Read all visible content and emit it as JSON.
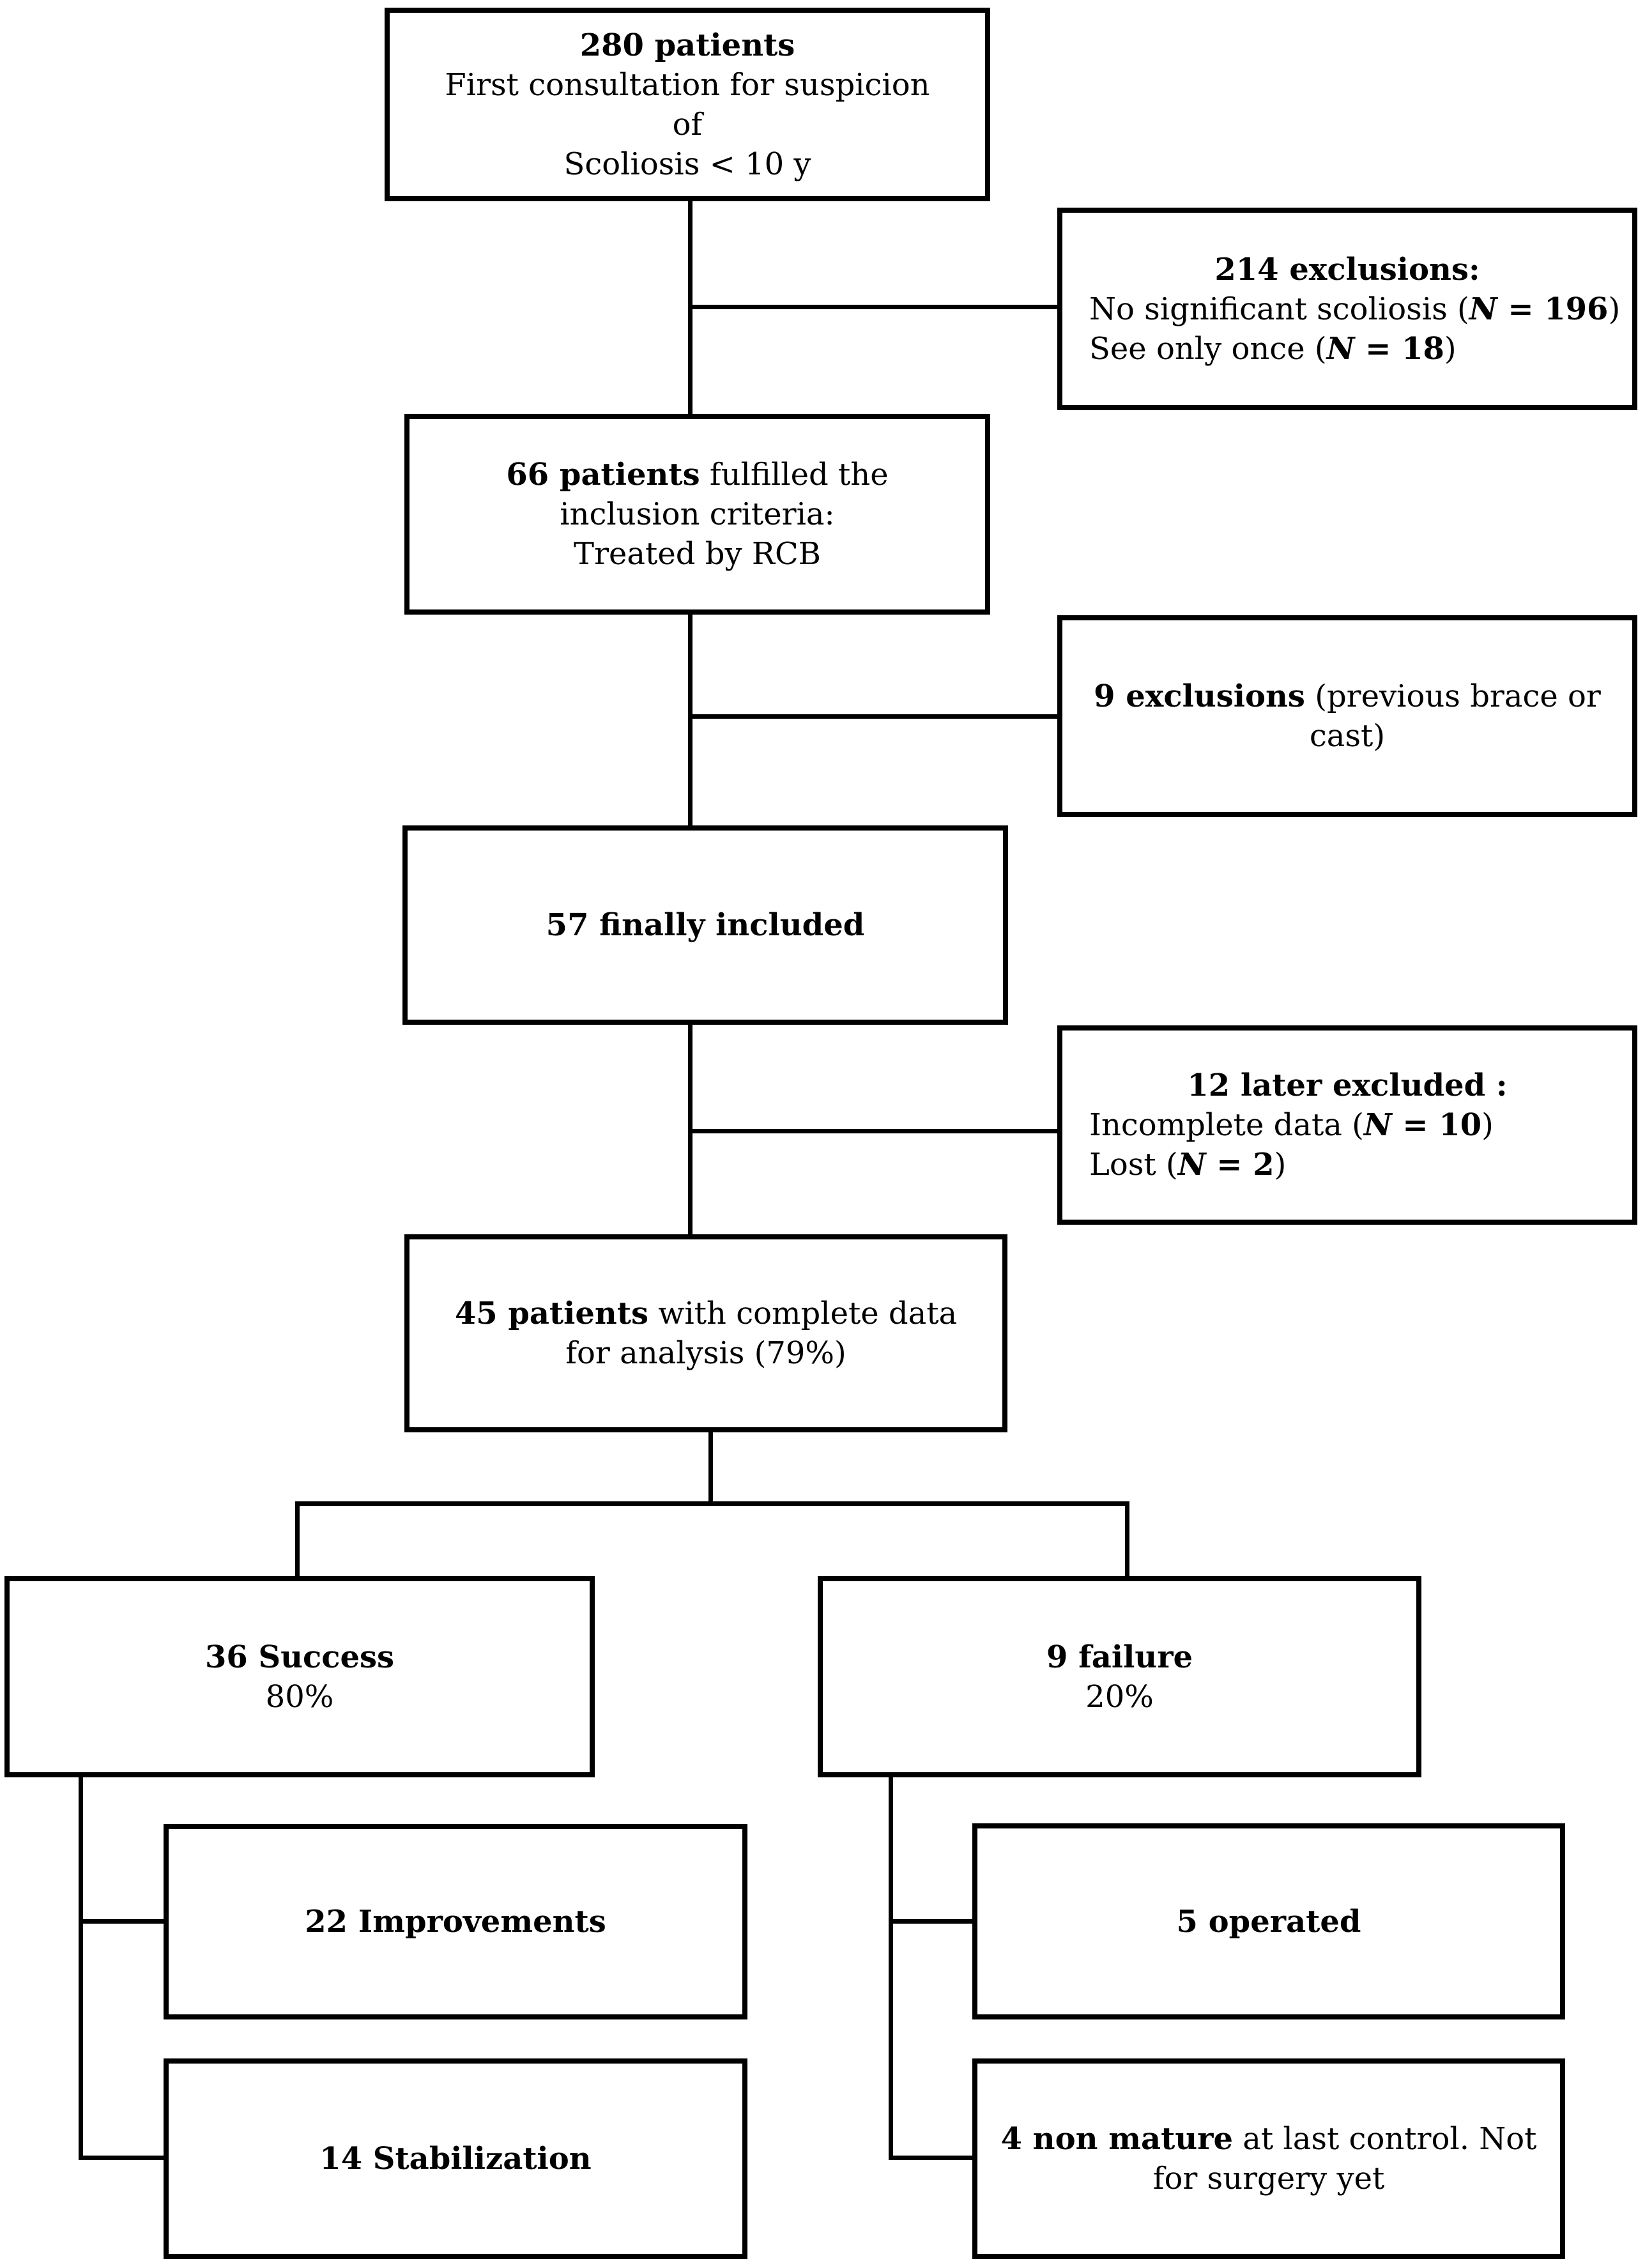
{
  "figure": {
    "type": "patient-flow-diagram",
    "background_color": "#ffffff",
    "line_color": "#000000",
    "boxes": [
      {
        "id": "initial-consultation",
        "lines": [
          {
            "align": "center",
            "segments": [
              {
                "t": "280 patients",
                "b": true
              }
            ]
          },
          {
            "align": "center",
            "segments": [
              {
                "t": "First consultation for suspicion"
              }
            ]
          },
          {
            "align": "center",
            "segments": [
              {
                "t": "of"
              }
            ]
          },
          {
            "align": "center",
            "segments": [
              {
                "t": "Scoliosis < 10 y"
              }
            ]
          }
        ]
      },
      {
        "id": "exclusions-214",
        "lines": [
          {
            "align": "center",
            "segments": [
              {
                "t": "214 exclusions:",
                "b": true
              }
            ]
          },
          {
            "align": "left",
            "segments": [
              {
                "t": "No significant scoliosis ("
              },
              {
                "t": "N",
                "b": true,
                "i": true
              },
              {
                "t": " = 196",
                "b": true
              },
              {
                "t": ")"
              }
            ]
          },
          {
            "align": "left",
            "segments": [
              {
                "t": "See only once ("
              },
              {
                "t": "N",
                "b": true,
                "i": true
              },
              {
                "t": " = 18",
                "b": true
              },
              {
                "t": ")"
              }
            ]
          }
        ]
      },
      {
        "id": "fulfilled-inclusion",
        "lines": [
          {
            "align": "center",
            "segments": [
              {
                "t": "66 patients",
                "b": true
              },
              {
                "t": " fulfilled the"
              }
            ]
          },
          {
            "align": "center",
            "segments": [
              {
                "t": "inclusion criteria:"
              }
            ]
          },
          {
            "align": "center",
            "segments": [
              {
                "t": "Treated by RCB"
              }
            ]
          }
        ]
      },
      {
        "id": "exclusions-9",
        "lines": [
          {
            "align": "center",
            "segments": [
              {
                "t": "9 exclusions",
                "b": true
              },
              {
                "t": " (previous brace or"
              }
            ]
          },
          {
            "align": "center",
            "segments": [
              {
                "t": "cast)"
              }
            ]
          }
        ]
      },
      {
        "id": "finally-included",
        "lines": [
          {
            "align": "center",
            "segments": [
              {
                "t": "57 finally included",
                "b": true
              }
            ]
          }
        ]
      },
      {
        "id": "later-excluded-12",
        "lines": [
          {
            "align": "center",
            "segments": [
              {
                "t": "12 later excluded :",
                "b": true
              }
            ]
          },
          {
            "align": "left",
            "segments": [
              {
                "t": "Incomplete data ("
              },
              {
                "t": "N",
                "b": true,
                "i": true
              },
              {
                "t": " = 10",
                "b": true
              },
              {
                "t": ")"
              }
            ]
          },
          {
            "align": "left",
            "segments": [
              {
                "t": "Lost ("
              },
              {
                "t": "N",
                "b": true,
                "i": true
              },
              {
                "t": " = 2",
                "b": true
              },
              {
                "t": ")"
              }
            ]
          }
        ]
      },
      {
        "id": "complete-data-45",
        "lines": [
          {
            "align": "center",
            "segments": [
              {
                "t": "45 patients",
                "b": true
              },
              {
                "t": " with complete data"
              }
            ]
          },
          {
            "align": "center",
            "segments": [
              {
                "t": "for analysis (79%)"
              }
            ]
          }
        ]
      },
      {
        "id": "success",
        "lines": [
          {
            "align": "center",
            "segments": [
              {
                "t": "36 Success",
                "b": true
              }
            ]
          },
          {
            "align": "center",
            "segments": [
              {
                "t": "80%"
              }
            ]
          }
        ]
      },
      {
        "id": "failure",
        "lines": [
          {
            "align": "center",
            "segments": [
              {
                "t": "9 failure",
                "b": true
              }
            ]
          },
          {
            "align": "center",
            "segments": [
              {
                "t": "20%"
              }
            ]
          }
        ]
      },
      {
        "id": "improvements",
        "lines": [
          {
            "align": "center",
            "segments": [
              {
                "t": "22 Improvements",
                "b": true
              }
            ]
          }
        ]
      },
      {
        "id": "stabilization",
        "lines": [
          {
            "align": "center",
            "segments": [
              {
                "t": "14 Stabilization",
                "b": true
              }
            ]
          }
        ]
      },
      {
        "id": "operated",
        "lines": [
          {
            "align": "center",
            "segments": [
              {
                "t": "5 operated",
                "b": true
              }
            ]
          }
        ]
      },
      {
        "id": "non-mature",
        "lines": [
          {
            "align": "center",
            "segments": [
              {
                "t": "4 non mature",
                "b": true
              },
              {
                "t": " at last control. Not"
              }
            ]
          },
          {
            "align": "center",
            "segments": [
              {
                "t": "for surgery yet"
              }
            ]
          }
        ]
      }
    ],
    "edges": [
      {
        "from": "initial-consultation",
        "to": "fulfilled-inclusion"
      },
      {
        "from": "initial-consultation",
        "to": "exclusions-214"
      },
      {
        "from": "fulfilled-inclusion",
        "to": "finally-included"
      },
      {
        "from": "fulfilled-inclusion",
        "to": "exclusions-9"
      },
      {
        "from": "finally-included",
        "to": "complete-data-45"
      },
      {
        "from": "finally-included",
        "to": "later-excluded-12"
      },
      {
        "from": "complete-data-45",
        "to": "success"
      },
      {
        "from": "complete-data-45",
        "to": "failure"
      },
      {
        "from": "success",
        "to": "improvements"
      },
      {
        "from": "success",
        "to": "stabilization"
      },
      {
        "from": "failure",
        "to": "operated"
      },
      {
        "from": "failure",
        "to": "non-mature"
      }
    ]
  }
}
